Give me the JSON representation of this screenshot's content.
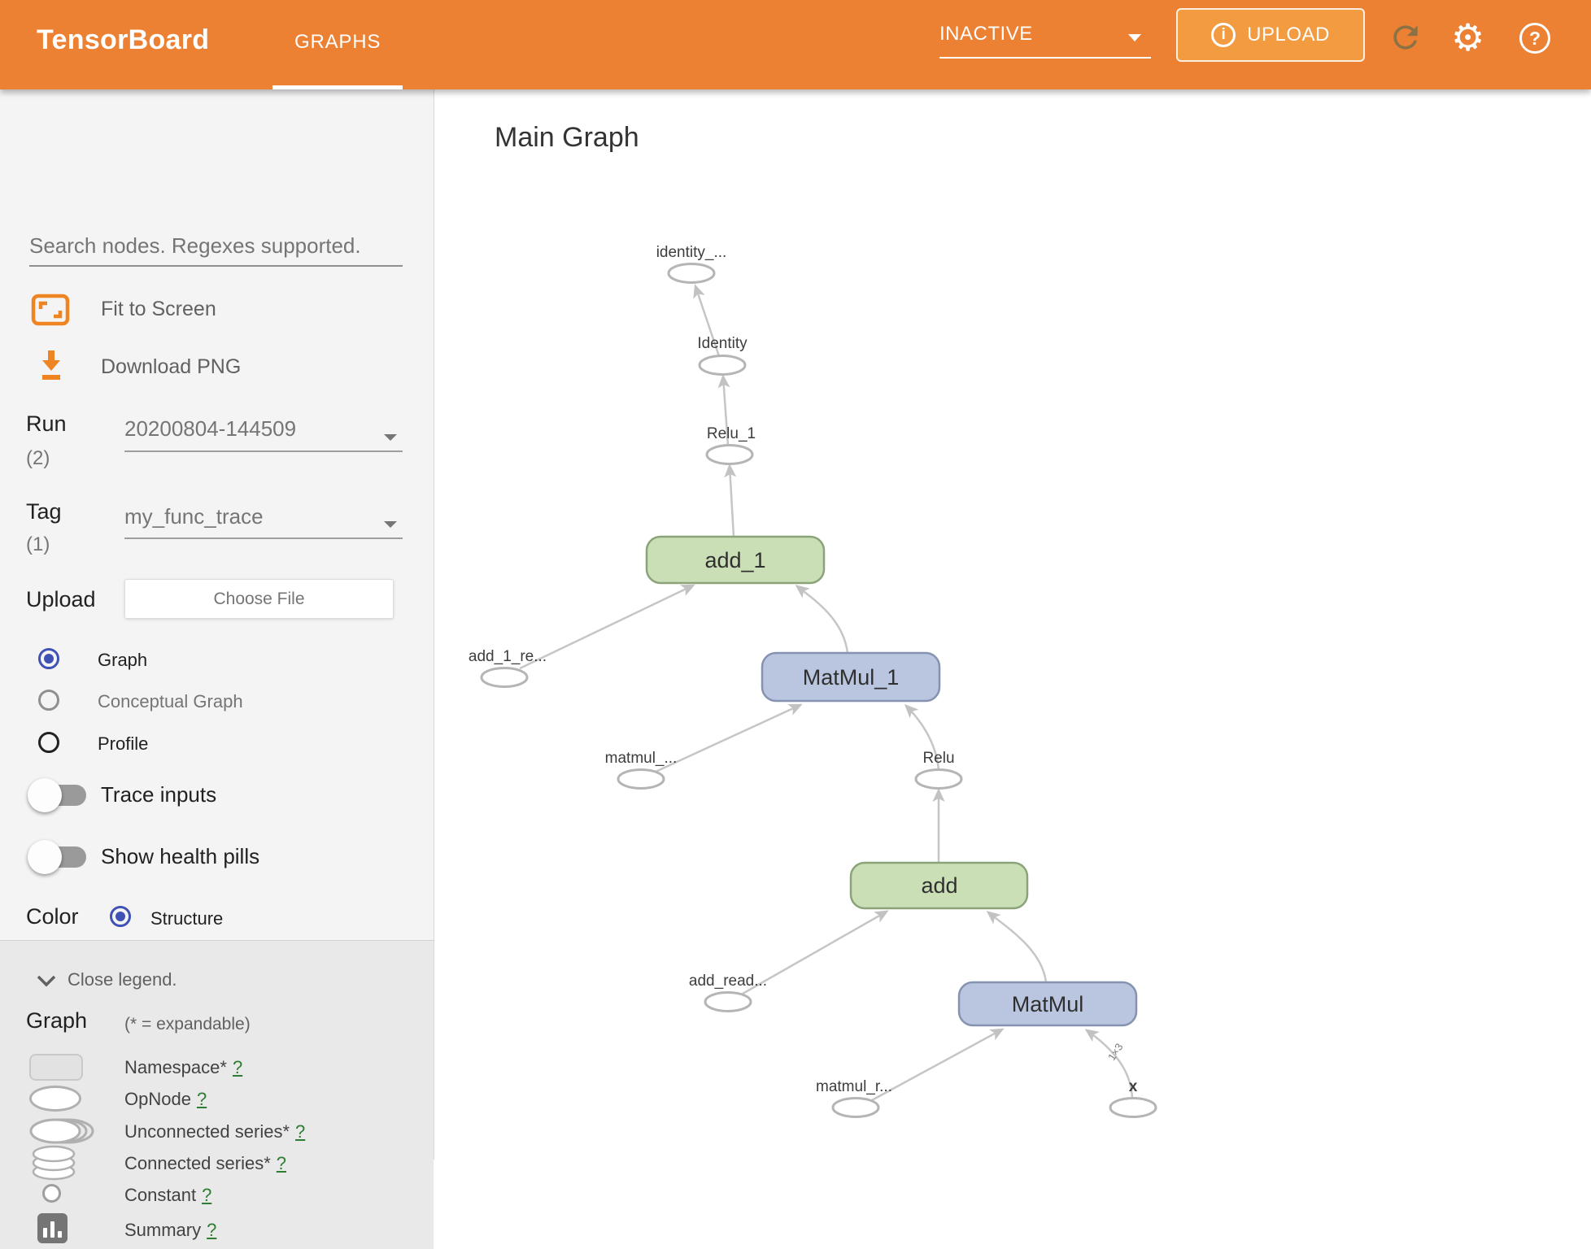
{
  "header": {
    "app_title": "TensorBoard",
    "active_tab": "GRAPHS",
    "status_value": "INACTIVE",
    "upload_label": "UPLOAD"
  },
  "sidebar": {
    "search_placeholder": "Search nodes. Regexes supported.",
    "fit_to_screen": "Fit to Screen",
    "download_png": "Download PNG",
    "run": {
      "label": "Run",
      "count": "(2)",
      "value": "20200804-144509"
    },
    "tag": {
      "label": "Tag",
      "count": "(1)",
      "value": "my_func_trace"
    },
    "upload": {
      "label": "Upload",
      "button": "Choose File"
    },
    "views": [
      {
        "label": "Graph",
        "selected": true
      },
      {
        "label": "Conceptual Graph",
        "selected": false
      },
      {
        "label": "Profile",
        "selected": false
      }
    ],
    "toggles": [
      {
        "label": "Trace inputs",
        "on": false
      },
      {
        "label": "Show health pills",
        "on": false
      }
    ],
    "color_by": {
      "label": "Color",
      "option": "Structure"
    },
    "legend": {
      "close": "Close legend.",
      "heading": "Graph",
      "expandable_note": "(* = expandable)",
      "items": [
        {
          "label": "Namespace*",
          "help": "?"
        },
        {
          "label": "OpNode",
          "help": "?"
        },
        {
          "label": "Unconnected series*",
          "help": "?"
        },
        {
          "label": "Connected series*",
          "help": "?"
        },
        {
          "label": "Constant",
          "help": "?"
        },
        {
          "label": "Summary",
          "help": "?"
        }
      ]
    }
  },
  "main": {
    "title": "Main Graph",
    "graph": {
      "labels": {
        "identity_out": "identity_...",
        "identity": "Identity",
        "relu_1": "Relu_1",
        "add_1": "add_1",
        "add_1_read": "add_1_re...",
        "matmul_1": "MatMul_1",
        "matmul_read_upper": "matmul_...",
        "relu": "Relu",
        "add": "add",
        "add_read": "add_read...",
        "matmul": "MatMul",
        "matmul_read_lower": "matmul_r...",
        "x": "x"
      },
      "edge_shape_label": "1×3"
    }
  },
  "colors": {
    "header_orange": "#ec8133",
    "upload_button_orange": "#f29b41",
    "icon_orange": "#ef8423",
    "accent_indigo": "#3f51b5",
    "node_green_fill": "#cbdfb7",
    "node_green_border": "#8ba378",
    "node_blue_fill": "#bac5df",
    "node_blue_border": "#8593b1",
    "edge_gray": "#c6c6c6",
    "help_link_green": "#2e7d32"
  }
}
